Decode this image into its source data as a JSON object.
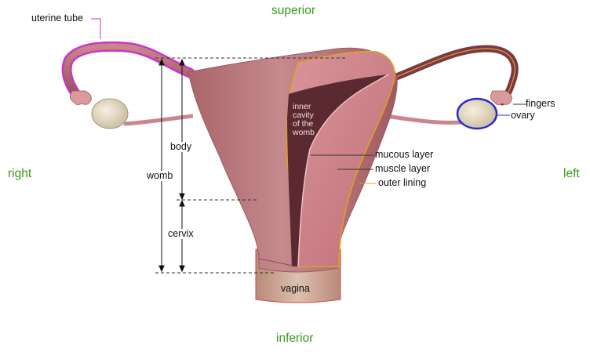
{
  "directions": {
    "superior": "superior",
    "inferior": "inferior",
    "right": "right",
    "left": "left"
  },
  "labels": {
    "uterine_tube": "uterine tube",
    "fingers": "fingers",
    "ovary": "ovary",
    "body": "body",
    "womb": "womb",
    "cervix": "cervix",
    "vagina": "vagina",
    "mucous_layer": "mucous layer",
    "muscle_layer": "muscle layer",
    "outer_lining": "outer lining",
    "inner_cavity": [
      "inner",
      "cavity",
      "of the",
      "womb"
    ]
  },
  "colors": {
    "direction_text": "#3a9a1a",
    "uterine_tube_highlight": "#cc33cc",
    "ovary_highlight": "#2b2bcc",
    "outer_lining_highlight": "#e0a020",
    "tissue": "#b87478",
    "cavity": "#5a2a30"
  }
}
